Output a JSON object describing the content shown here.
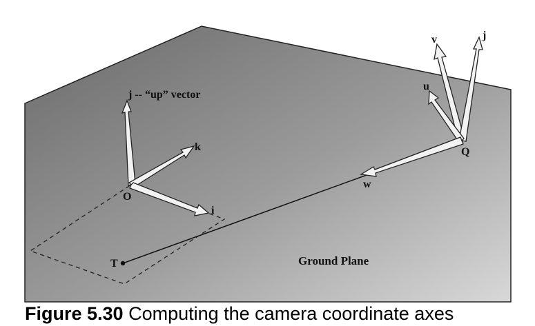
{
  "labels": {
    "origin": "O",
    "target": "T",
    "camera": "Q",
    "i_axis": "i",
    "j_axis_up": "j -- “up” vector",
    "k_axis": "k",
    "u_axis": "u",
    "v_axis": "v",
    "j_axis_camera": "j",
    "w_axis": "w",
    "ground_plane": "Ground Plane"
  },
  "caption": {
    "figure_number": "Figure 5.30",
    "text": "Computing the camera coordinate axes"
  }
}
